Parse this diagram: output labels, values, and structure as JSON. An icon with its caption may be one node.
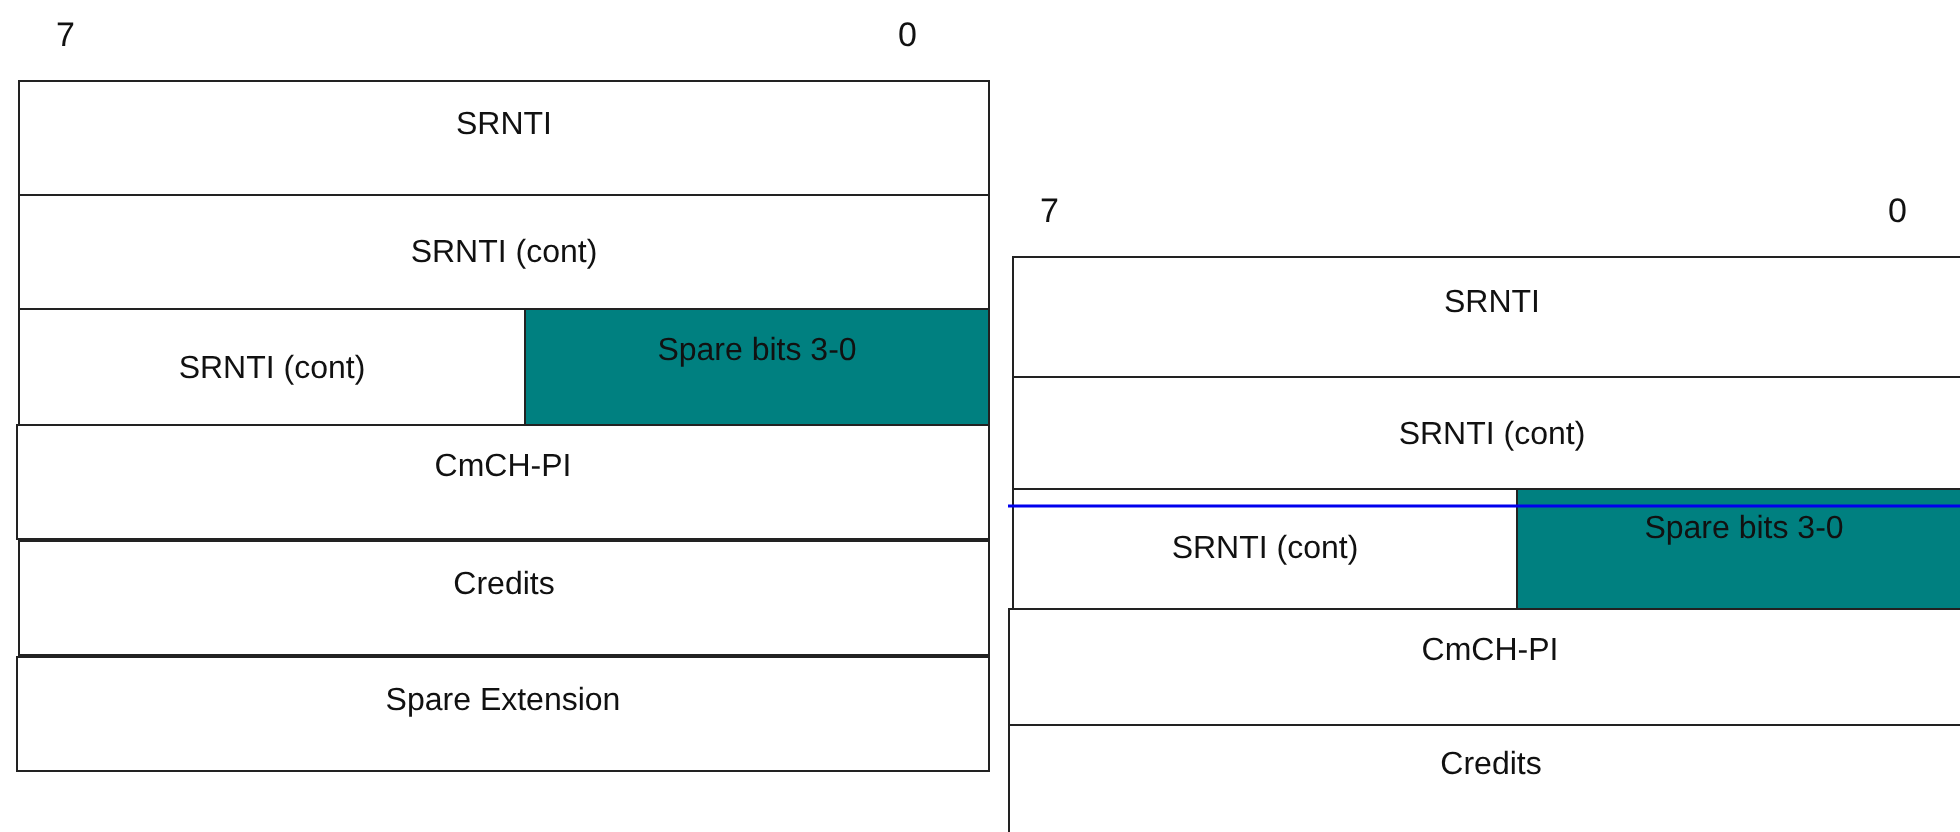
{
  "diagram": {
    "nodes": [
      {
        "text": [
          "SRNTI"
        ]
      },
      {
        "text": [
          "SRNTI (cont)"
        ]
      },
      {
        "text": [
          "SRNTI (cont)"
        ]
      },
      {
        "text": [
          "Spare bits 3-0"
        ]
      },
      {
        "text": [
          "CmCH-PI"
        ]
      },
      {
        "text": [
          "Credits"
        ]
      },
      {
        "text": [
          "Spare Extension"
        ]
      },
      {
        "text": [
          "SRNTI"
        ]
      },
      {
        "text": [
          "SRNTI (cont)"
        ]
      },
      {
        "text": [
          "SRNTI (cont)"
        ]
      },
      {
        "text": [
          "Spare bits 3-0"
        ]
      },
      {
        "text": [
          "CmCH-PI"
        ]
      },
      {
        "text": [
          "Credits"
        ]
      }
    ],
    "labels": [
      "7",
      "0",
      "7",
      "0"
    ]
  }
}
